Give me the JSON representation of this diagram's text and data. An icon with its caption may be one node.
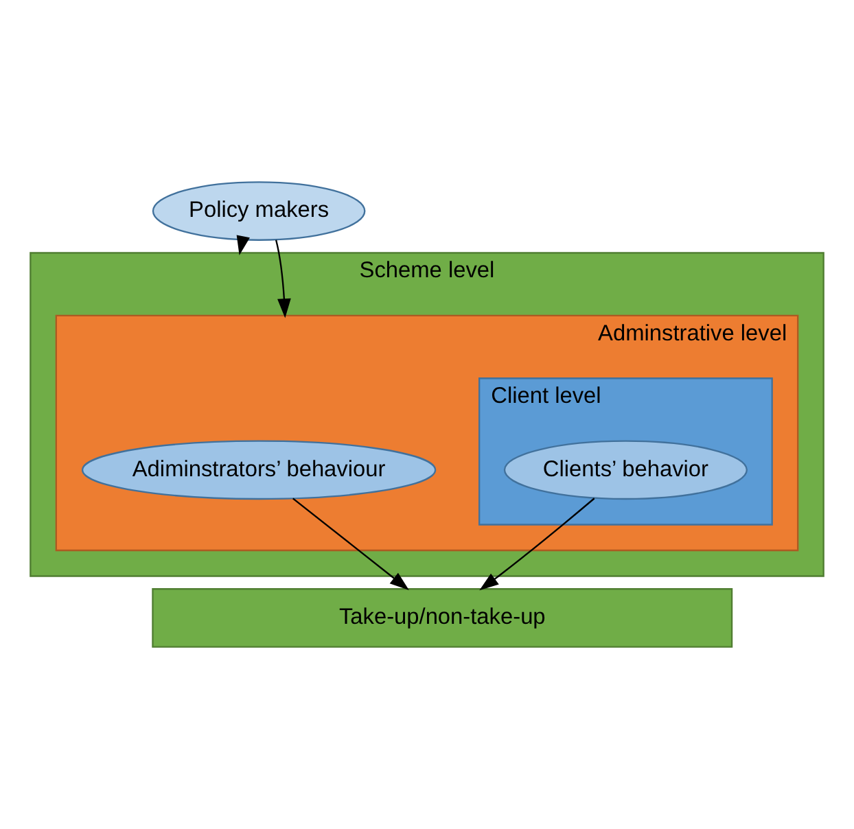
{
  "diagram": {
    "nodes": [
      {
        "text": [
          "Policy makers"
        ]
      },
      {
        "text": [
          "Scheme level"
        ]
      },
      {
        "text": [
          "Adminstrative level"
        ],
        "in": 1
      },
      {
        "text": [
          "Adiminstrators’ behaviour"
        ],
        "in": 2
      },
      {
        "text": [
          "Client level"
        ],
        "in": 2
      },
      {
        "text": [
          "Clients’ behavior"
        ],
        "in": 4
      },
      {
        "text": [
          "Take-up/non-take-up"
        ]
      }
    ],
    "edges": [
      {
        "from": 0,
        "to": 1,
        "arrow": "to"
      },
      {
        "from": 0,
        "to": 2,
        "arrow": "to"
      },
      {
        "from": 3,
        "to": 6,
        "arrow": "to"
      },
      {
        "from": 5,
        "to": 6,
        "arrow": "to"
      }
    ]
  }
}
